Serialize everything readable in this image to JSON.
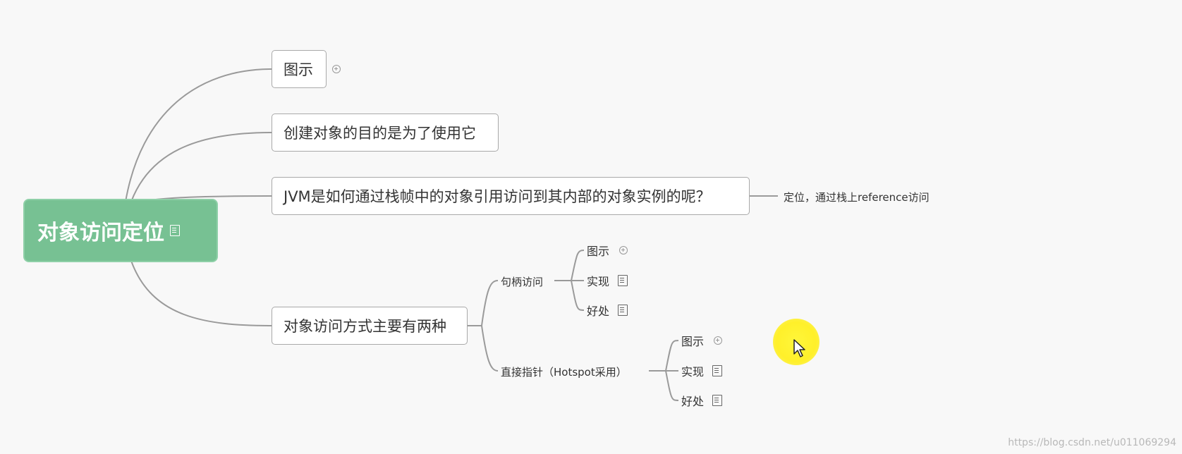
{
  "root": {
    "label": "对象访问定位",
    "icon": "note-icon"
  },
  "branches": {
    "diagram": {
      "label": "图示",
      "icon": "expand-plus-icon"
    },
    "purpose": {
      "label": "创建对象的目的是为了使用它"
    },
    "question": {
      "label": "JVM是如何通过栈帧中的对象引用访问到其内部的对象实例的呢？",
      "answer": "定位，通过栈上reference访问"
    },
    "methods": {
      "label": "对象访问方式主要有两种",
      "handle": {
        "label": "句柄访问",
        "children": [
          "图示",
          "实现",
          "好处"
        ]
      },
      "direct": {
        "label": "直接指针（Hotspot采用）",
        "children": [
          "图示",
          "实现",
          "好处"
        ]
      }
    }
  },
  "watermark": "https://blog.csdn.net/u011069294",
  "colors": {
    "root_bg": "#77c193",
    "cursor_halo": "#fff02a",
    "line": "#9a9a9a"
  }
}
